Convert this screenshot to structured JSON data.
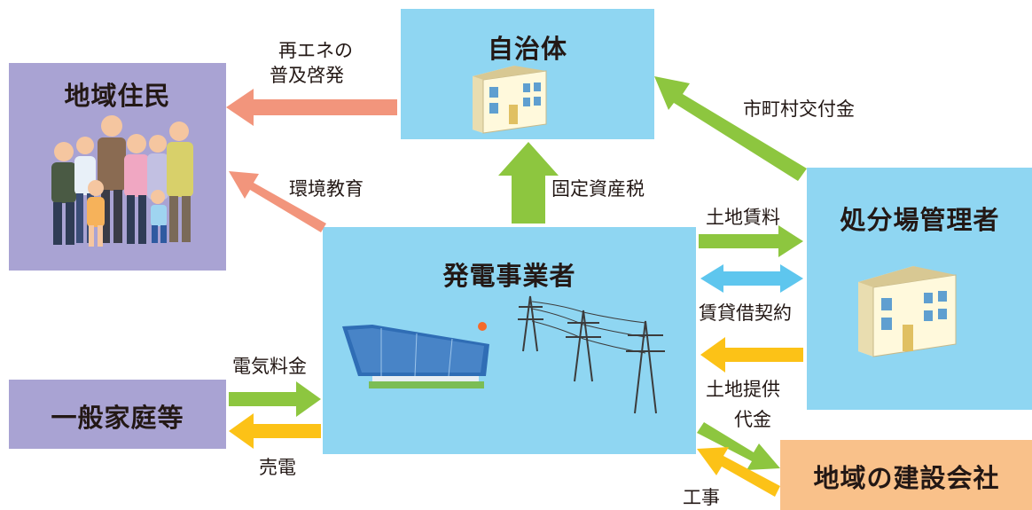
{
  "nodes": {
    "jichitai": "自治体",
    "chiiki_jumin": "地域住民",
    "hatsuden": "発電事業者",
    "kanrisha": "処分場管理者",
    "katei": "一般家庭等",
    "kensetsu": "地域の建設会社"
  },
  "flows": {
    "reene_line1": "再エネの",
    "reene_line2": "普及啓発",
    "shichoson": "市町村交付金",
    "kankyo": "環境教育",
    "kotei": "固定資産税",
    "tochi_chinryo": "土地賃料",
    "chintai": "賃貸借契約",
    "tochi_teikyo": "土地提供",
    "denki": "電気料金",
    "baiden": "売電",
    "daikin": "代金",
    "koji": "工事"
  },
  "colors": {
    "box_blue": "#8fd6f2",
    "box_purple": "#a9a3d3",
    "box_orange": "#f9c18a",
    "arrow_salmon": "#f2957c",
    "arrow_green": "#8dc63f",
    "arrow_yellow": "#fcc217",
    "arrow_cyan": "#5ec6ee"
  }
}
